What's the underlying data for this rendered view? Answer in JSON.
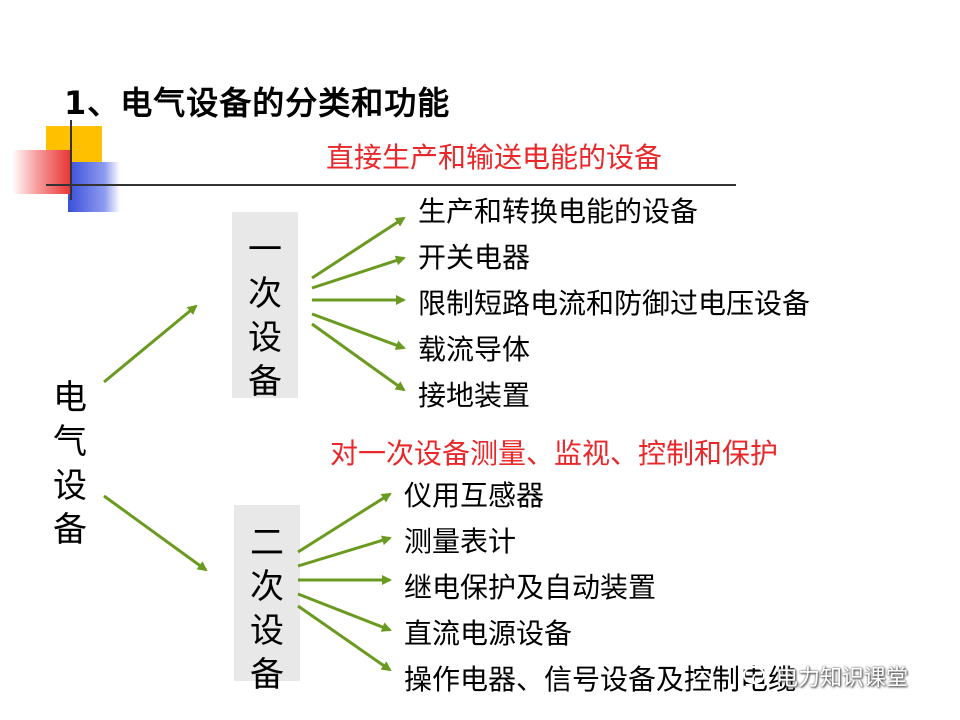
{
  "title": "1、电气设备的分类和功能",
  "root": [
    "电",
    "气",
    "设",
    "备"
  ],
  "primary": {
    "header": "直接生产和输送电能的设备",
    "label": [
      "一",
      "次",
      "设",
      "备"
    ],
    "items": [
      "生产和转换电能的设备",
      "开关电器",
      "限制短路电流和防御过电压设备",
      "载流导体",
      "接地装置"
    ]
  },
  "secondary": {
    "header": "对一次设备测量、监视、控制和保护",
    "label": [
      "二",
      "次",
      "设",
      "备"
    ],
    "items": [
      "仪用互感器",
      "测量表计",
      "继电保护及自动装置",
      "直流电源设备",
      "操作电器、信号设备及控制电缆"
    ]
  },
  "watermark": "电力知识课堂",
  "colors": {
    "arrow": "#6a9a1f",
    "header": "#e8282a",
    "box": "#e8e8e8"
  },
  "icons": {
    "watermark": "wechat-icon"
  }
}
